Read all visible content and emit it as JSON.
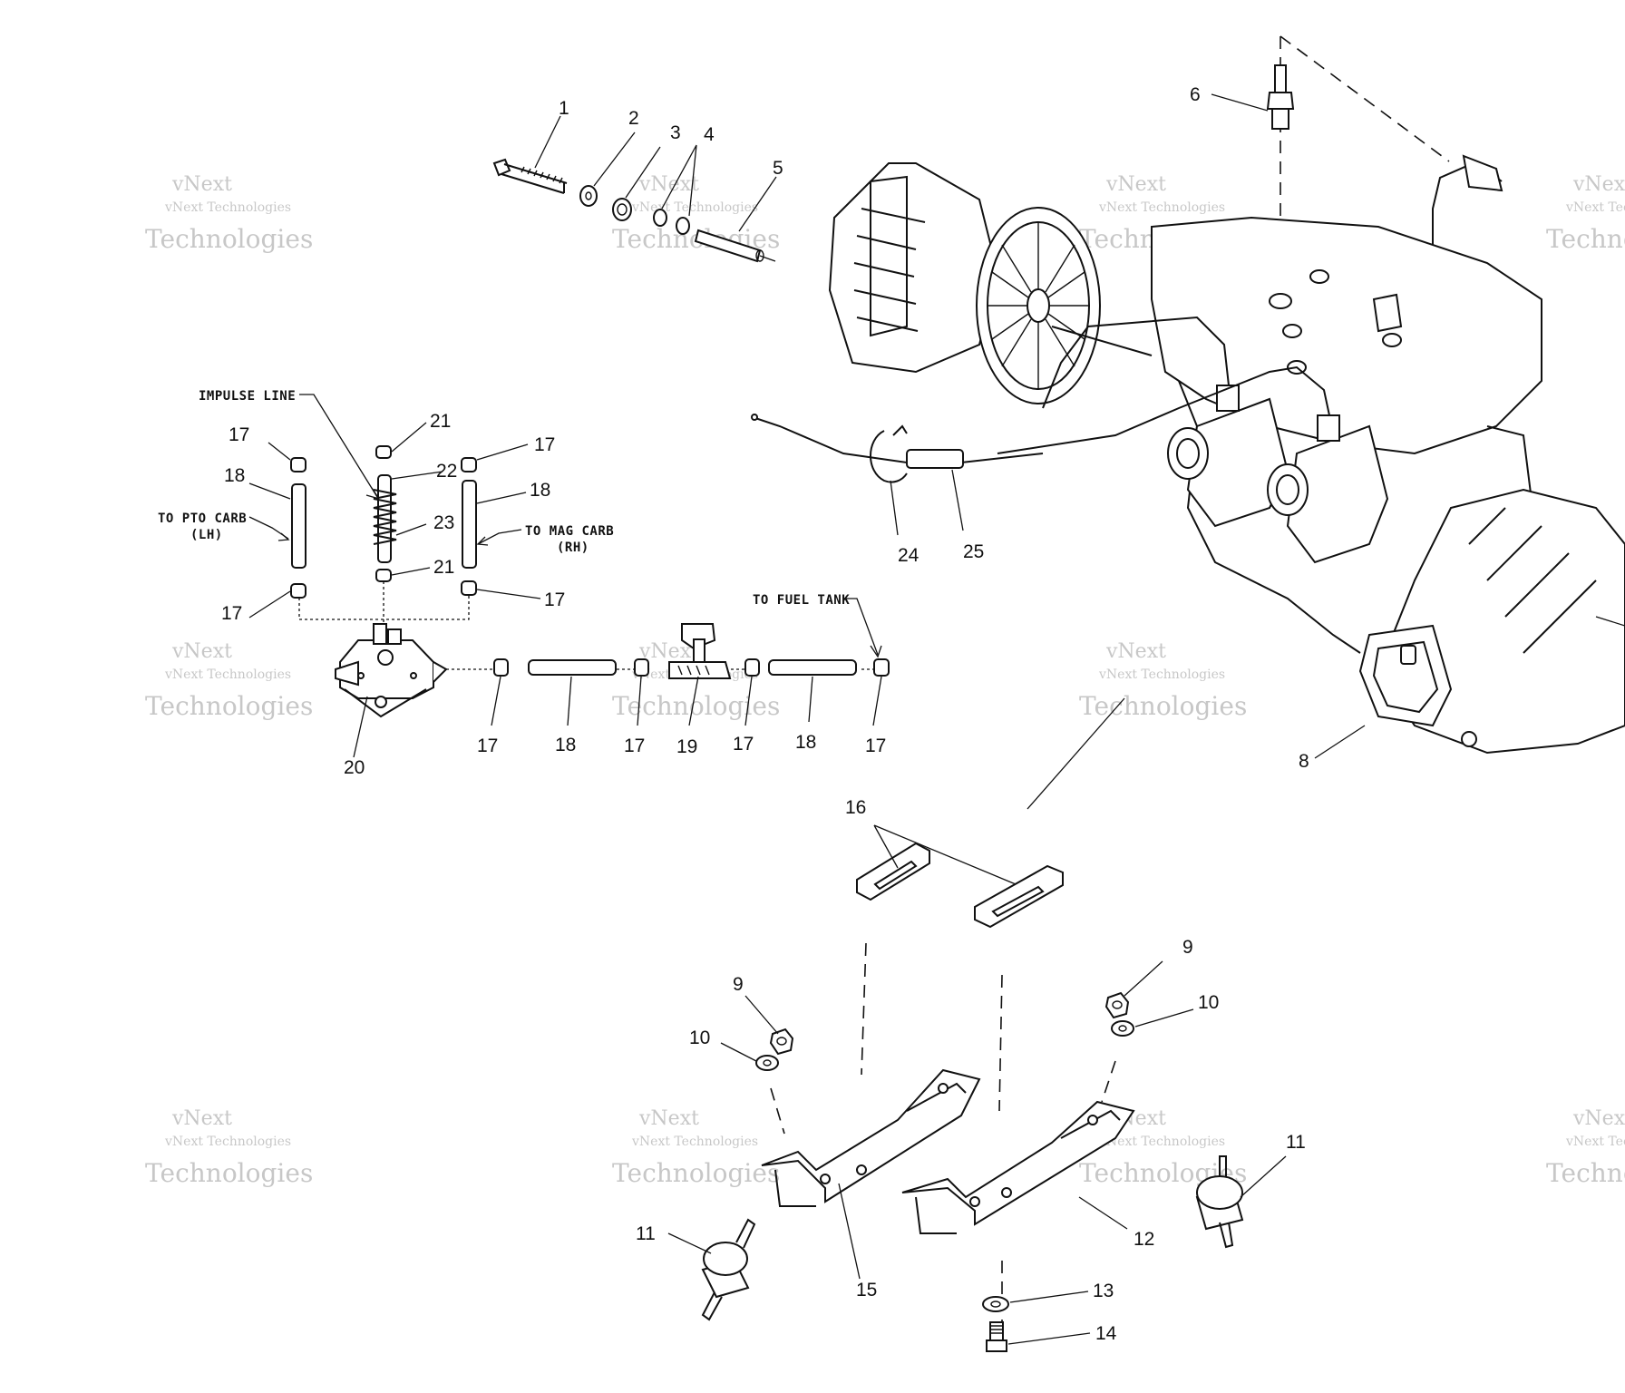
{
  "callouts": {
    "c1": "1",
    "c2": "2",
    "c3": "3",
    "c4": "4",
    "c5": "5",
    "c6": "6",
    "c8": "8",
    "c9a": "9",
    "c9b": "9",
    "c10a": "10",
    "c10b": "10",
    "c11a": "11",
    "c11b": "11",
    "c12": "12",
    "c13": "13",
    "c14": "14",
    "c15": "15",
    "c16": "16",
    "c17a": "17",
    "c17b": "17",
    "c17c": "17",
    "c17d": "17",
    "c17e": "17",
    "c17f": "17",
    "c17g": "17",
    "c17h": "17",
    "c18a": "18",
    "c18b": "18",
    "c18c": "18",
    "c18d": "18",
    "c19": "19",
    "c20": "20",
    "c21a": "21",
    "c21b": "21",
    "c22": "22",
    "c23": "23",
    "c24": "24",
    "c25": "25"
  },
  "notes": {
    "impulse_line": "IMPULSE LINE",
    "to_pto_carb": "TO PTO CARB",
    "pto_side": "(LH)",
    "to_mag_carb": "TO MAG CARB",
    "mag_side": "(RH)",
    "to_fuel_tank": "TO FUEL TANK"
  },
  "watermark": {
    "brand": "vNext",
    "line1": "vNext Technologies",
    "line2": "Technologies"
  }
}
